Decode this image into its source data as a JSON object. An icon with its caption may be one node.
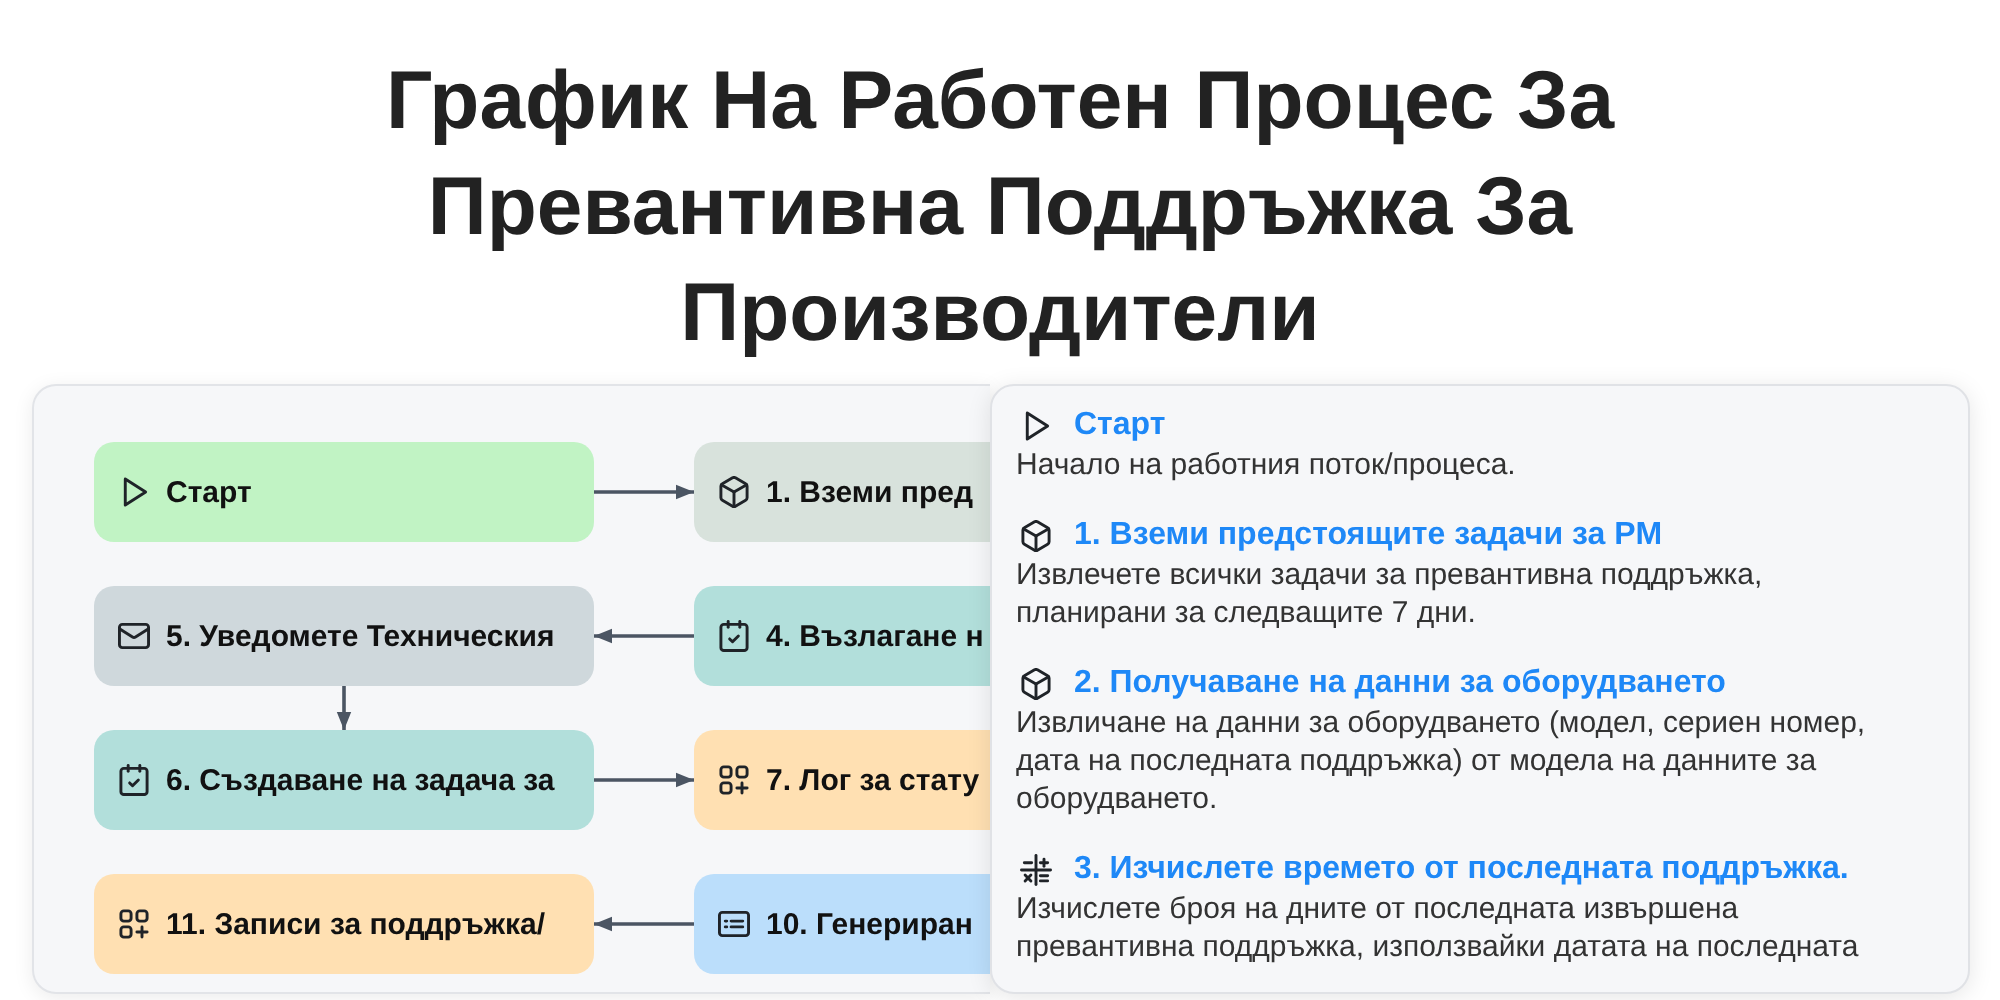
{
  "diagram": {
    "title": "График На Работен Процес За Превантивна Поддръжка За Производители",
    "nodes": [
      {
        "text": [
          "Старт"
        ]
      },
      {
        "text": [
          "1. Вземи пред"
        ]
      },
      {
        "text": [
          "5. Уведомете Техническия"
        ]
      },
      {
        "text": [
          "4. Възлагане н"
        ]
      },
      {
        "text": [
          "6. Създаване на задача за"
        ]
      },
      {
        "text": [
          "7. Лог за стату"
        ]
      },
      {
        "text": [
          "11. Записи за поддръжка/"
        ]
      },
      {
        "text": [
          "10. Генериран"
        ]
      },
      {
        "text": [
          "Старт",
          "Начало на работния поток/процеса.",
          "1. Вземи предстоящите задачи за PM",
          "Извлечете всички задачи за превантивна поддръжка, планирани за следващите 7 дни.",
          "2. Получаване на данни за оборудването",
          "Извличане на данни за оборудването (модел, сериен номер, дата на последната поддръжка) от модела на данните за оборудването.",
          "3. Изчислете времето от последната поддръжка.",
          "Изчислете броя на дните от последната извършена превантивна поддръжка, използвайки датата на последната"
        ]
      }
    ],
    "edges": [
      {
        "from": 0,
        "to": 1,
        "arrow": "to"
      },
      {
        "from": 3,
        "to": 2,
        "arrow": "to"
      },
      {
        "from": 2,
        "to": 4,
        "arrow": "to"
      },
      {
        "from": 4,
        "to": 5,
        "arrow": "to"
      },
      {
        "from": 7,
        "to": 6,
        "arrow": "to"
      }
    ]
  }
}
